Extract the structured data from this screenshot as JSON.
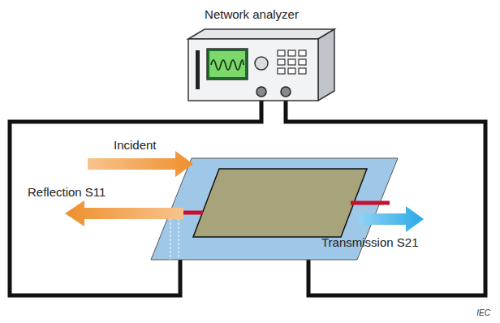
{
  "diagram": {
    "labels": [
      "Network analyzer",
      "Incident",
      "Reflection S11",
      "Transmission S21",
      "IEC"
    ]
  }
}
